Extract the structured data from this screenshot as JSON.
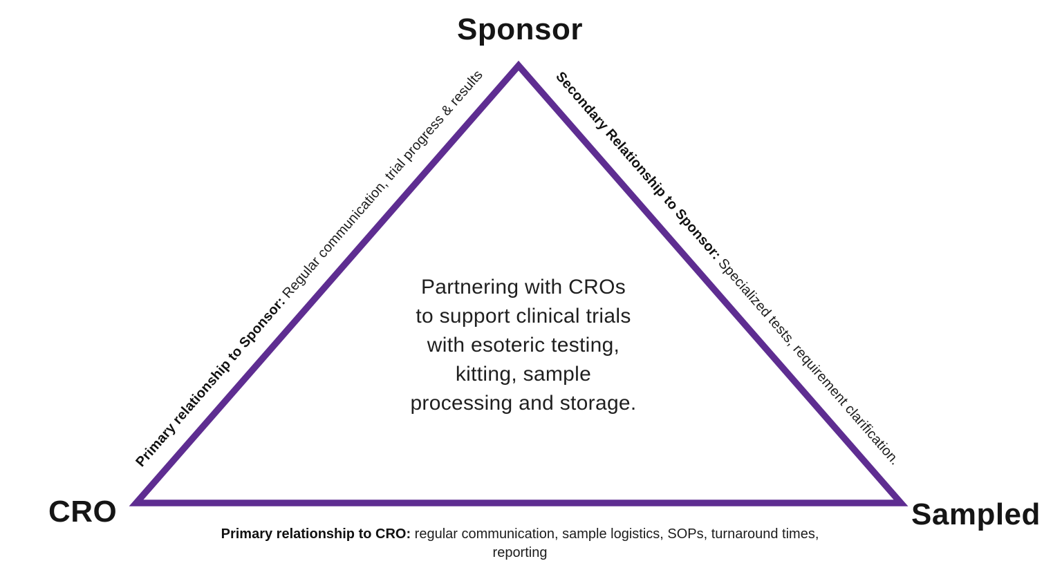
{
  "diagram": {
    "type": "triangle-relationship",
    "background_color": "#ffffff",
    "accent_color": "#5E2D91",
    "text_color": "#1c1c1c",
    "nodes": {
      "top": {
        "label": "Sponsor"
      },
      "bottom_left": {
        "label": "CRO"
      },
      "bottom_right": {
        "label": "Sampled"
      }
    },
    "center": {
      "lines": [
        "Partnering with CROs",
        "to support clinical trials",
        "with esoteric testing,",
        "kitting, sample",
        "processing and storage."
      ]
    },
    "edges": {
      "left": {
        "label_bold": "Primary relationship to Sponsor:",
        "label_text": " Regular communication, trial progress & results"
      },
      "right": {
        "label_bold": "Secondary Relationship to Sponsor:",
        "label_text": " Specialized tests, requirement clarification."
      },
      "bottom": {
        "label_bold": "Primary relationship to CRO:",
        "label_text": " regular communication, sample logistics, SOPs, turnaround times,",
        "label_text_line2": "reporting"
      }
    }
  }
}
